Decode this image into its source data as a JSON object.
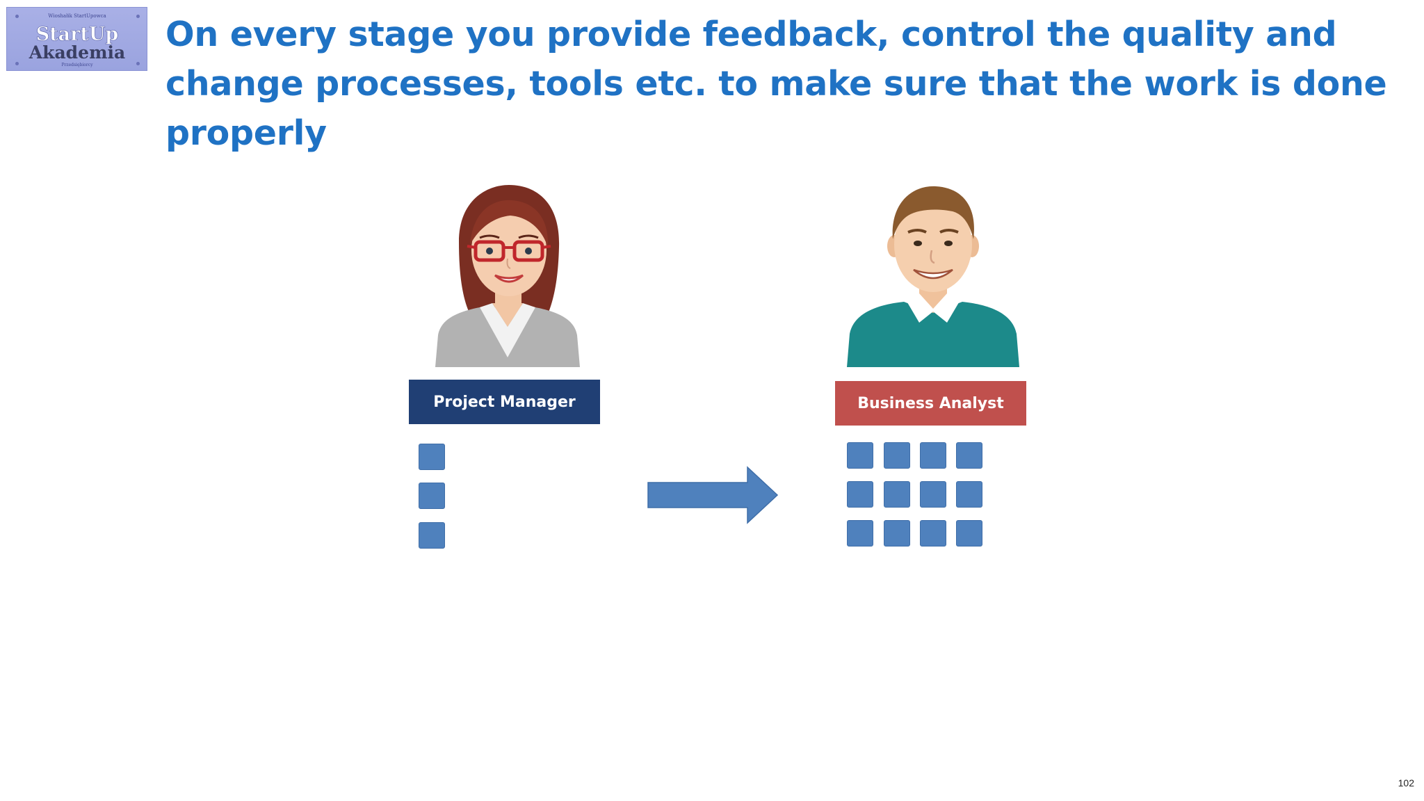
{
  "slide": {
    "title": "On every stage you provide feedback, control the quality and change processes, tools etc. to make sure that the work is done properly",
    "page_number": "102"
  },
  "logo": {
    "top_text": "Wiosha&#322;ik StartUpowca",
    "main_line1": "StartUp",
    "main_line2": "Akademia",
    "bottom_text": "Przedsi&#281;biorcy"
  },
  "roles": {
    "project_manager": {
      "label": "Project Manager",
      "task_count": 3,
      "color": "#203f74"
    },
    "business_analyst": {
      "label": "Business Analyst",
      "task_count": 12,
      "color": "#c0504d"
    }
  },
  "colors": {
    "title": "#1f72c4",
    "task_square": "#4f81bd",
    "arrow": "#4f81bd"
  },
  "icons": {
    "pm_avatar": "woman-with-glasses-avatar",
    "ba_avatar": "man-in-green-sweater-avatar",
    "arrow": "right-arrow-icon"
  }
}
